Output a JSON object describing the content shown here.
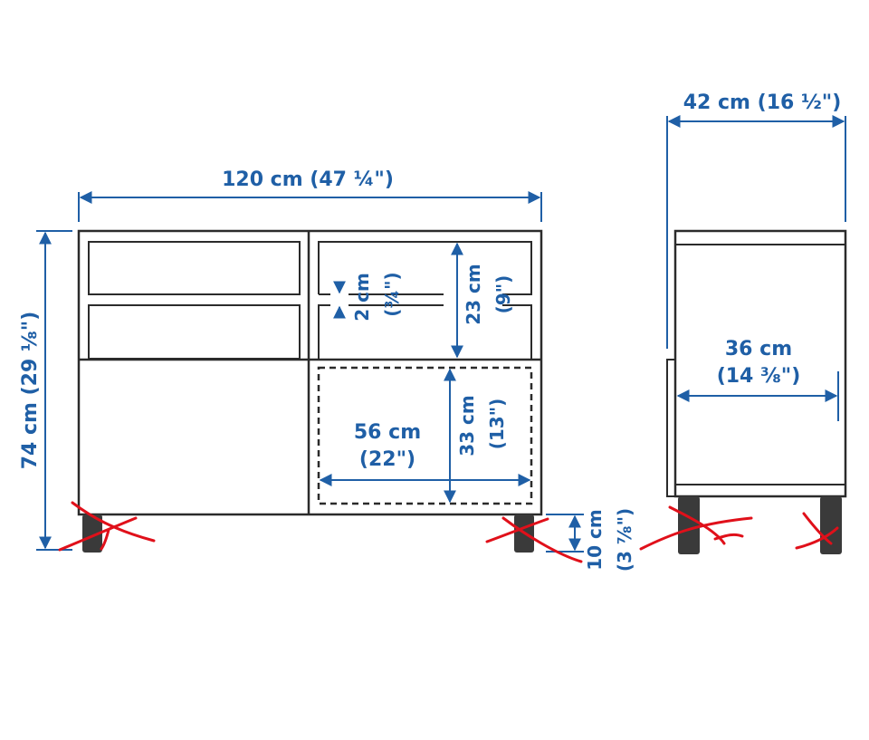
{
  "front_view": {
    "width_label": "120 cm (47 ¼\")",
    "height_label": "74 cm (29 ⅛\")",
    "drawer_gap_label": "2 cm",
    "drawer_gap_label_in": "(¾\")",
    "drawer_height_label": "23 cm",
    "drawer_height_label_in": "(9\")",
    "inner_width_label": "56 cm",
    "inner_width_label_in": "(22\")",
    "inner_height_label": "33 cm",
    "inner_height_label_in": "(13\")",
    "leg_height_label": "10 cm",
    "leg_height_label_in": "(3 ⅞\")"
  },
  "side_view": {
    "depth_label": "42 cm (16 ½\")",
    "inner_depth_label": "36 cm",
    "inner_depth_label_in": "(14 ⅜\")"
  },
  "colors": {
    "dimension": "#1f5fa6",
    "outline": "#2b2b2b",
    "annotation": "#e0101a"
  }
}
